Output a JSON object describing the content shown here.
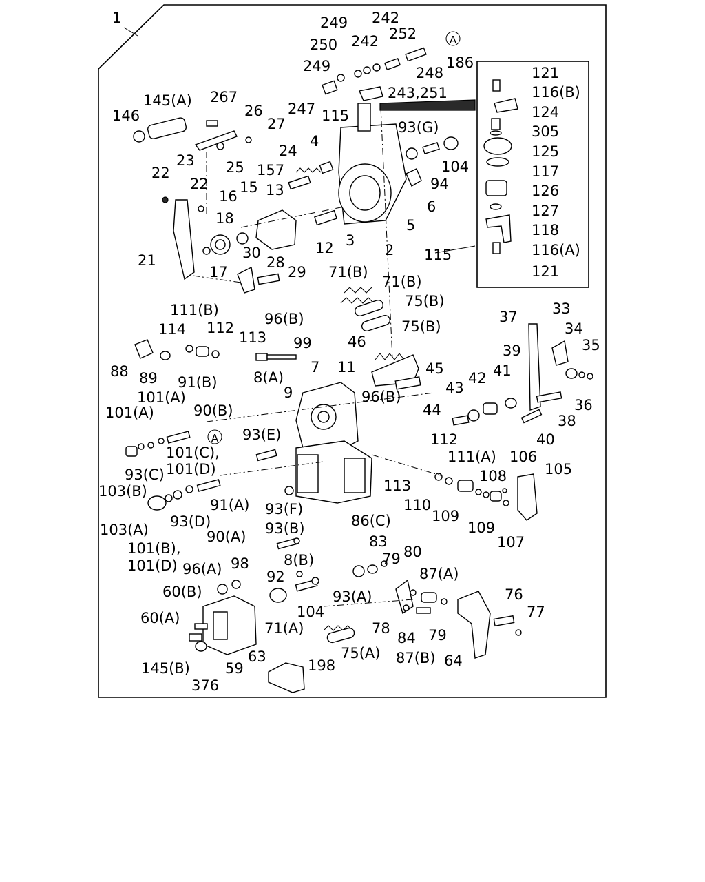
{
  "assembly_no": "1",
  "ref_marker": "A",
  "callouts": [
    "249",
    "242",
    "242",
    "252",
    "250",
    "249",
    "186",
    "248",
    "243,251",
    "247",
    "115",
    "145(A)",
    "267",
    "146",
    "26",
    "27",
    "23",
    "25",
    "24",
    "4",
    "157",
    "93(G)",
    "104",
    "94",
    "6",
    "22",
    "22",
    "16",
    "15",
    "13",
    "18",
    "12",
    "3",
    "5",
    "2",
    "21",
    "30",
    "28",
    "17",
    "29",
    "121",
    "116(B)",
    "124",
    "305",
    "125",
    "117",
    "126",
    "127",
    "118",
    "116(A)",
    "115",
    "121",
    "71(B)",
    "71(B)",
    "75(B)",
    "75(B)",
    "46",
    "45",
    "111(B)",
    "114",
    "112",
    "113",
    "96(B)",
    "99",
    "88",
    "89",
    "7",
    "11",
    "8(A)",
    "9",
    "91(B)",
    "101(A)",
    "101(A)",
    "90(B)",
    "96(B)",
    "43",
    "42",
    "41",
    "44",
    "93(E)",
    "101(C),",
    "101(D)",
    "93(C)",
    "103(B)",
    "91(A)",
    "103(A)",
    "93(D)",
    "93(F)",
    "93(B)",
    "90(A)",
    "101(B),",
    "101(D)",
    "112",
    "111(A)",
    "106",
    "113",
    "108",
    "105",
    "110",
    "109",
    "109",
    "107",
    "37",
    "33",
    "34",
    "35",
    "39",
    "36",
    "38",
    "40",
    "86(C)",
    "83",
    "79",
    "80",
    "96(A)",
    "98",
    "8(B)",
    "92",
    "93(A)",
    "87(A)",
    "60(B)",
    "104",
    "76",
    "77",
    "60(A)",
    "71(A)",
    "78",
    "84",
    "79",
    "87(B)",
    "64",
    "75(A)",
    "145(B)",
    "59",
    "63",
    "198",
    "376"
  ]
}
